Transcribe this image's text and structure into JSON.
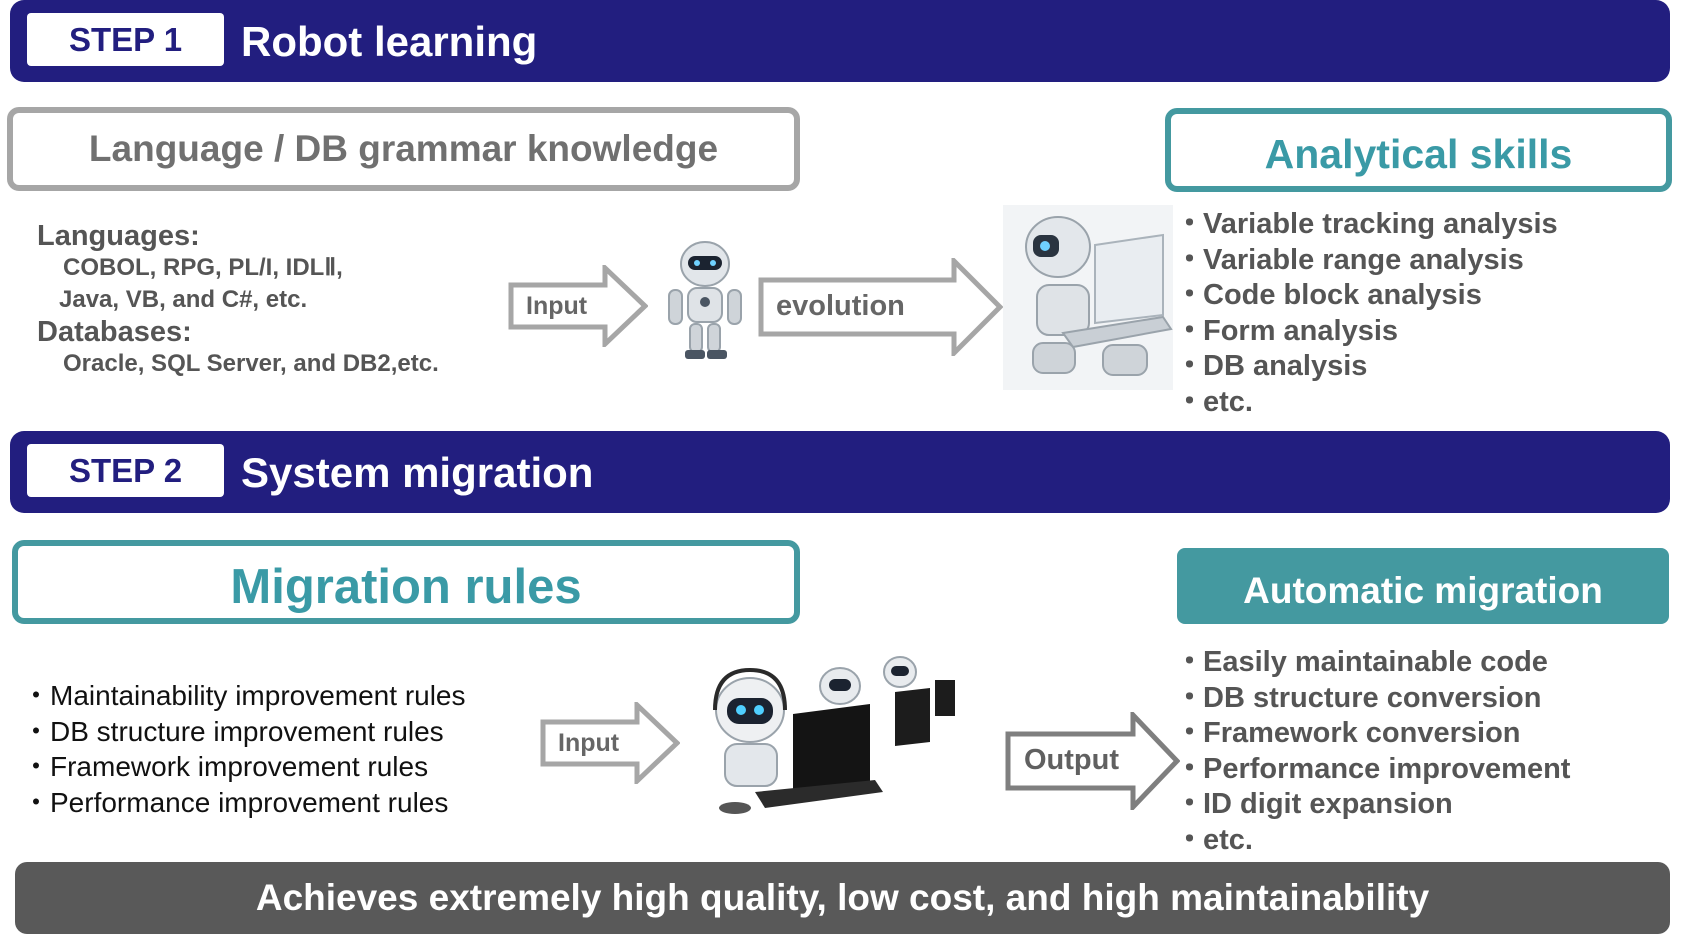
{
  "step1": {
    "tag": "STEP 1",
    "title": "Robot learning",
    "knowledge_box": "Language / DB grammar knowledge",
    "languages_heading": "Languages:",
    "languages_line1": "COBOL, RPG, PL/I, IDLⅡ,",
    "languages_line2": "Java, VB, and C#, etc.",
    "databases_heading": "Databases:",
    "databases_line1": "Oracle, SQL Server, and DB2,etc.",
    "input_label": "Input",
    "evolution_label": "evolution",
    "skills_box": "Analytical skills",
    "skills": [
      "Variable tracking analysis",
      "Variable range analysis",
      "Code block analysis",
      "Form analysis",
      "DB analysis",
      "etc."
    ]
  },
  "step2": {
    "tag": "STEP 2",
    "title": "System migration",
    "rules_box": "Migration rules",
    "rules": [
      "Maintainability improvement rules",
      "DB structure improvement rules",
      "Framework improvement rules",
      "Performance improvement rules"
    ],
    "input_label": "Input",
    "output_label": "Output",
    "auto_box": "Automatic migration",
    "results": [
      "Easily maintainable code",
      "DB structure conversion",
      "Framework conversion",
      "Performance improvement",
      "ID digit expansion",
      "etc."
    ]
  },
  "footer": "Achieves extremely high quality, low cost, and high maintainability",
  "colors": {
    "band": "#221e7f",
    "teal": "#4499a0",
    "gray_border": "#a6a6a6",
    "footer": "#595959"
  }
}
